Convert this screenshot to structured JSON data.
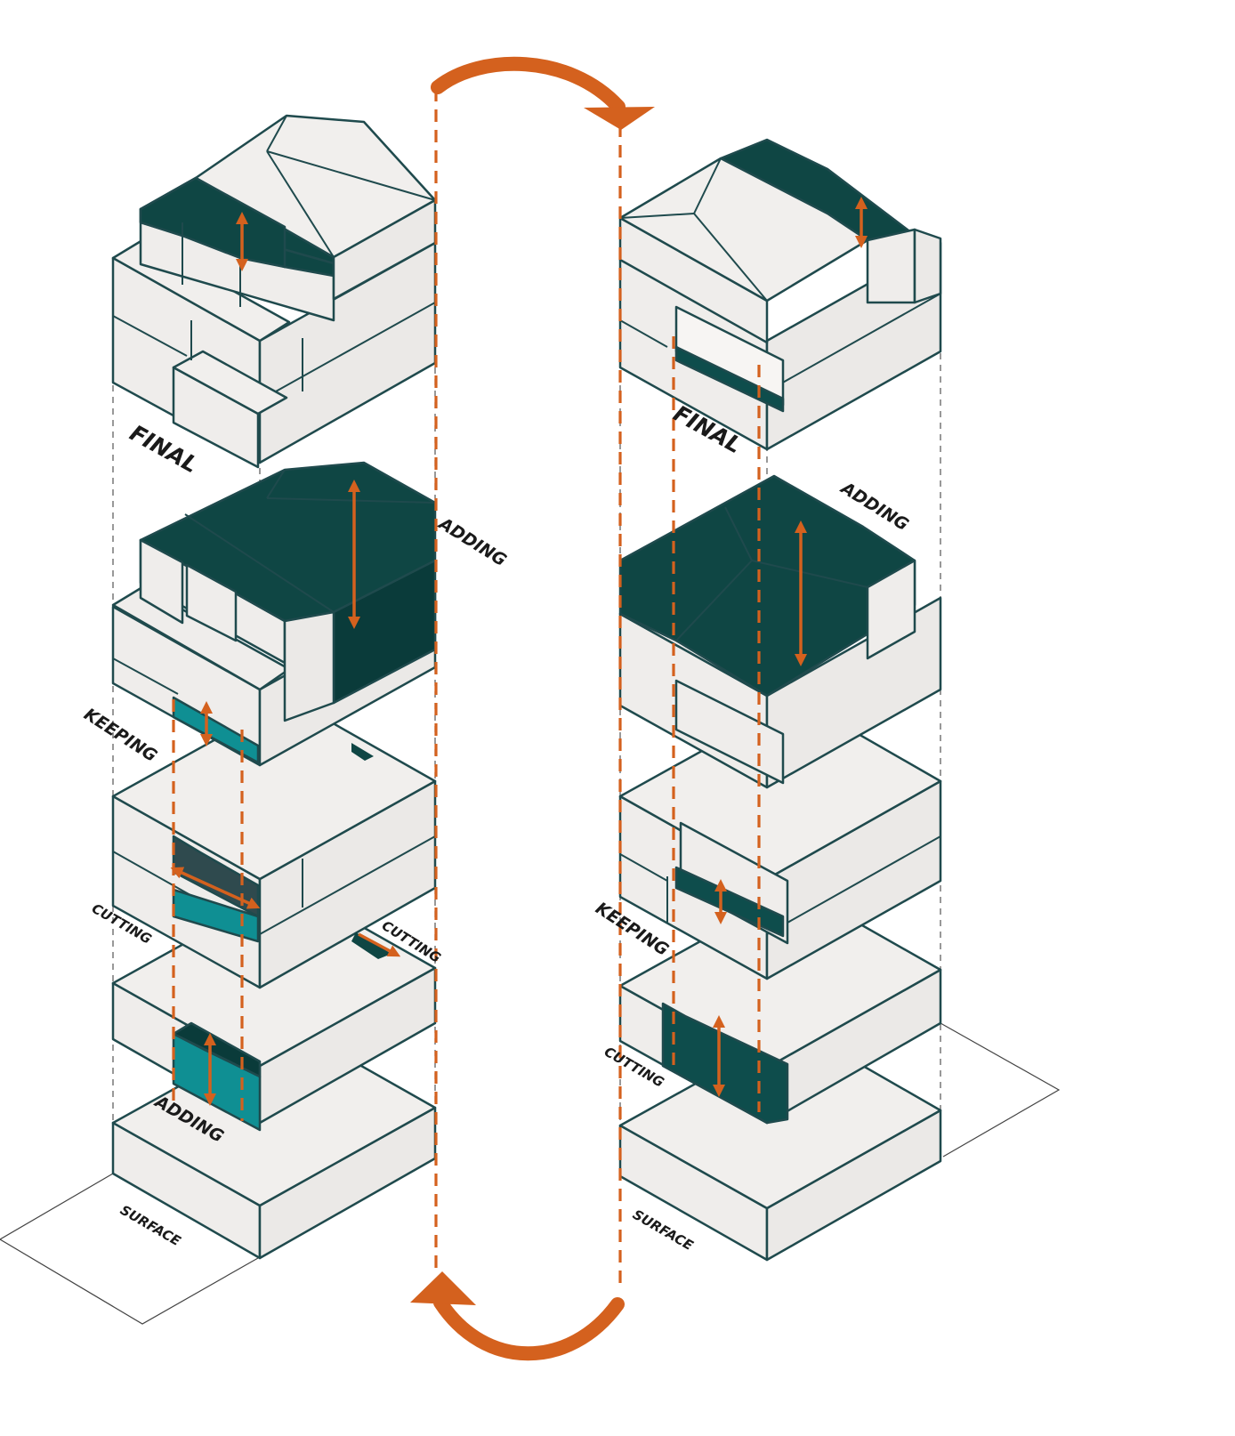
{
  "colors": {
    "accent_orange": "#d4611e",
    "dark_teal": "#0f4644",
    "cyan_teal": "#0f8f93",
    "outline": "#1f4a4d",
    "block_fill": "#f1efed"
  },
  "labels": {
    "left": {
      "final": "FINAL",
      "adding_top": "ADDING",
      "keeping": "KEEPING",
      "cutting_left": "CUTTING",
      "cutting_right": "CUTTING",
      "adding_bottom": "ADDING",
      "surface": "SURFACE"
    },
    "right": {
      "final": "FINAL",
      "adding": "ADDING",
      "keeping": "KEEPING",
      "cutting": "CUTTING",
      "surface": "SURFACE"
    }
  }
}
